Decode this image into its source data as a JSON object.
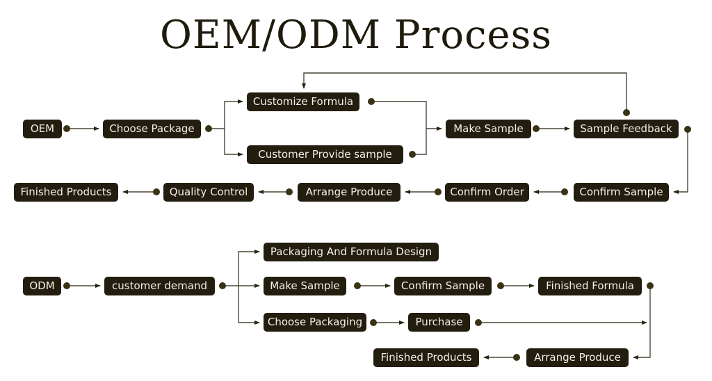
{
  "title": "OEM/ODM Process",
  "colors": {
    "node_fill": "#231d0f",
    "node_text": "#f2efe6",
    "line": "#4a4638",
    "dot": "#3a3214"
  },
  "oem": {
    "start": "OEM",
    "choose_package": "Choose Package",
    "customize_formula": "Customize Formula",
    "customer_provide_sample": "Customer Provide sample",
    "make_sample": "Make Sample",
    "sample_feedback": "Sample Feedback",
    "confirm_sample": "Confirm Sample",
    "confirm_order": "Confirm Order",
    "arrange_produce": "Arrange Produce",
    "quality_control": "Quality Control",
    "finished_products": "Finished Products"
  },
  "odm": {
    "start": "ODM",
    "customer_demand": "customer demand",
    "packaging_formula_design": "Packaging And Formula Design",
    "make_sample": "Make Sample",
    "confirm_sample": "Confirm Sample",
    "finished_formula": "Finished Formula",
    "choose_packaging": "Choose Packaging",
    "purchase": "Purchase",
    "arrange_produce": "Arrange Produce",
    "finished_products": "Finished Products"
  }
}
